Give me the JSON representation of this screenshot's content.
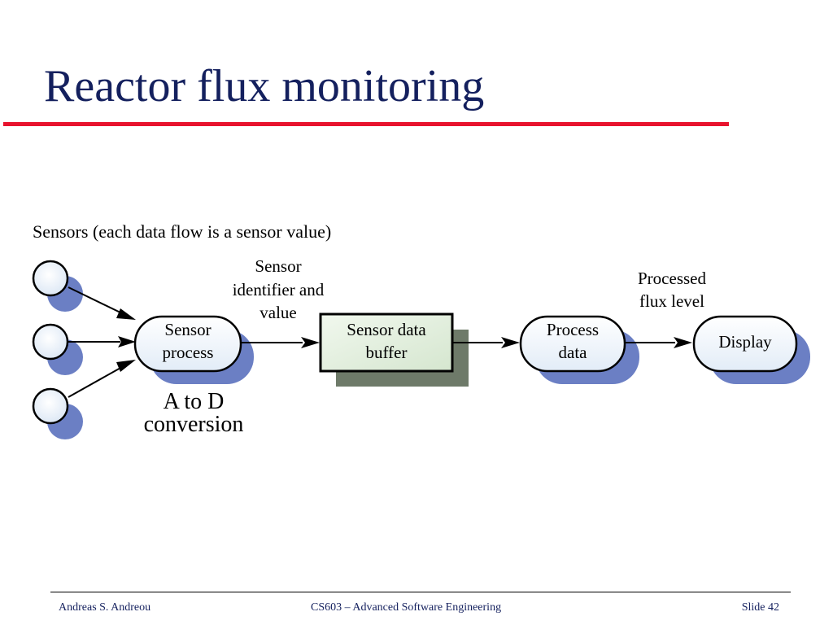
{
  "slide": {
    "title": "Reactor flux monitoring"
  },
  "diagram": {
    "caption": "Sensors (each data flow is a sensor value)",
    "flow_sensor_id": [
      "Sensor",
      "identifier and",
      "value"
    ],
    "flow_processed": [
      "Processed",
      "flux level"
    ],
    "sensor_process": [
      "Sensor",
      "process"
    ],
    "buffer": [
      "Sensor data",
      "buffer"
    ],
    "process_data": [
      "Process",
      "data"
    ],
    "display": "Display",
    "conversion_note": [
      "A to D",
      "conversion"
    ]
  },
  "footer": {
    "author": "Andreas S. Andreou",
    "course": "CS603 – Advanced Software Engineering",
    "slide_label": "Slide  42"
  },
  "colors": {
    "title": "#14205e",
    "rule": "#e8132e",
    "shadow_blue": "#6b7fc4",
    "shadow_gray": "#6e7a69",
    "buffer_fill": "#e1eedd",
    "node_fill": "#eef4fb"
  }
}
